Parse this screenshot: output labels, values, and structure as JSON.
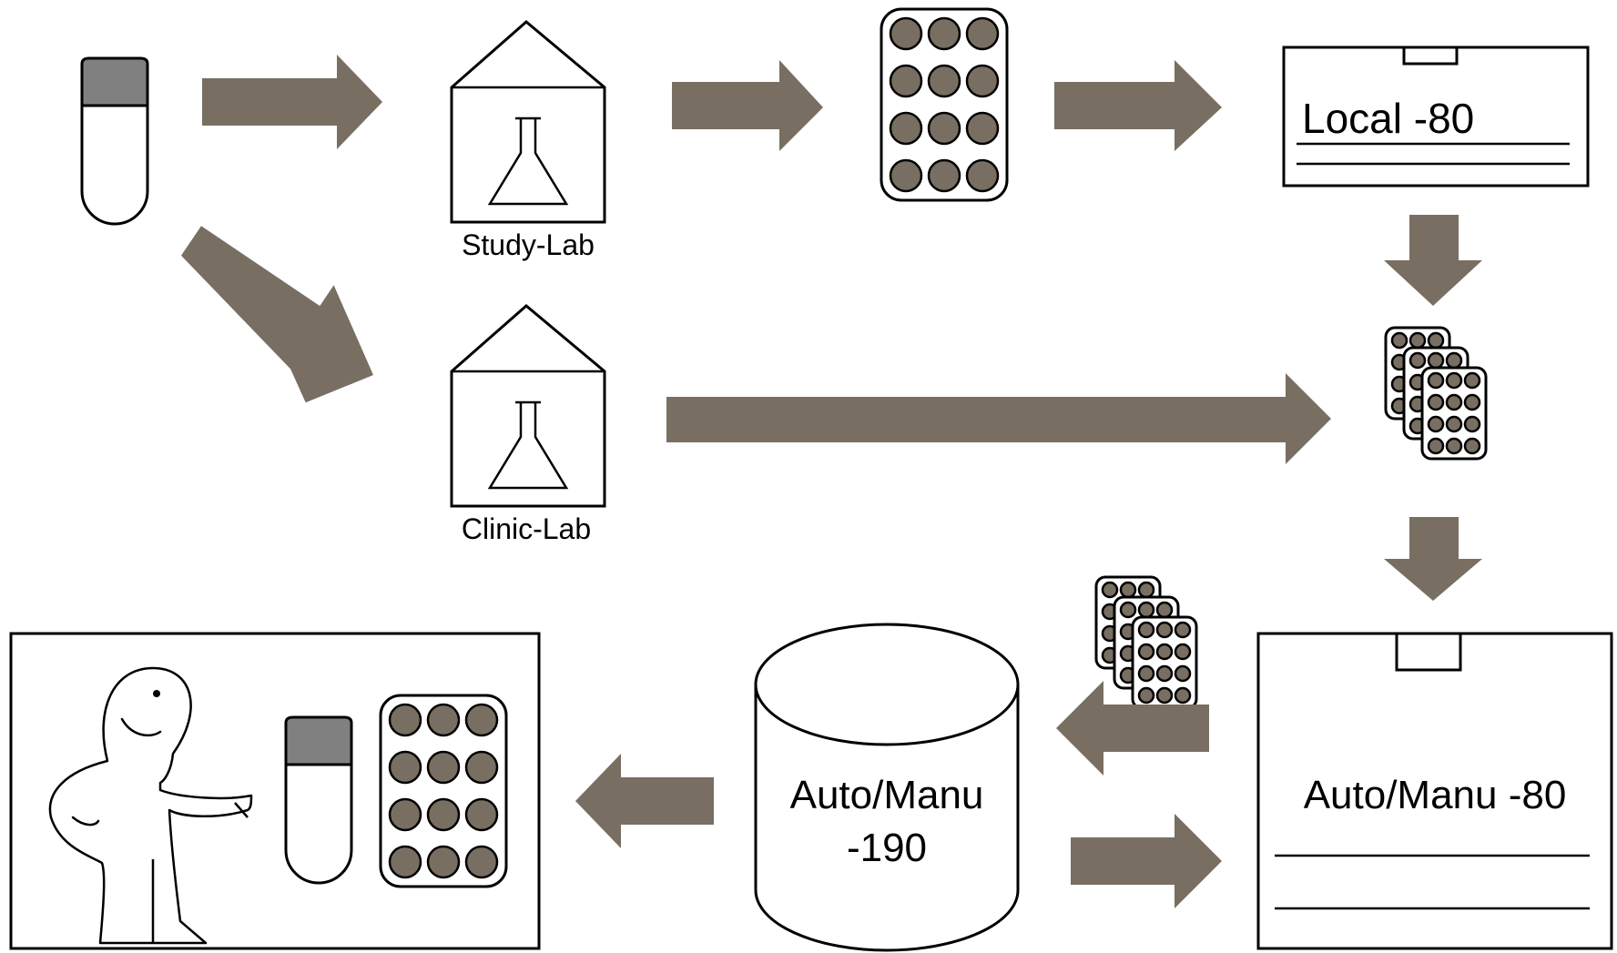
{
  "colors": {
    "arrow": "#786e62",
    "well": "#786e62",
    "cap": "#808080",
    "line": "#000000",
    "background": "#ffffff"
  },
  "nodes": {
    "study_lab": {
      "label": "Study-Lab"
    },
    "clinic_lab": {
      "label": "Clinic-Lab"
    },
    "local_freezer": {
      "label": "Local -80"
    },
    "auto_freezer_80": {
      "label": "Auto/Manu -80"
    },
    "cryo_tank": {
      "label_line1": "Auto/Manu",
      "label_line2": "-190"
    }
  },
  "icons": [
    "sample-tube-icon",
    "flask-icon",
    "plate-icon",
    "plate-stack-icon",
    "freezer-icon",
    "cryo-tank-icon",
    "researcher-icon"
  ]
}
